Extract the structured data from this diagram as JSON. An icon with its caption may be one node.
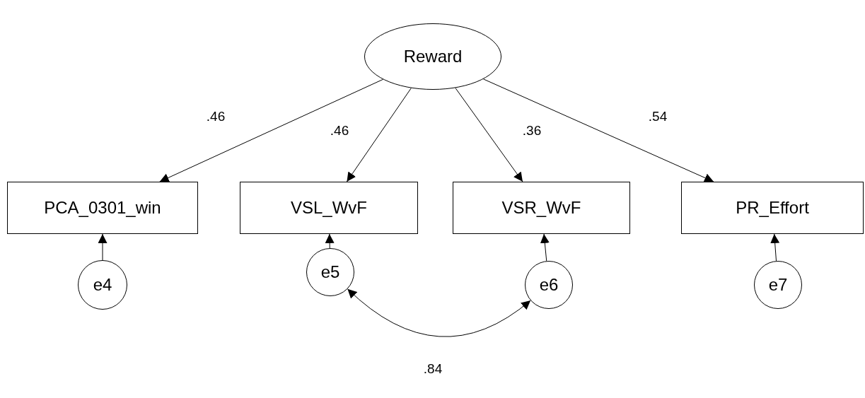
{
  "diagram": {
    "nodes": [
      {
        "text": [
          "Reward"
        ]
      },
      {
        "text": [
          "PCA_0301_win"
        ]
      },
      {
        "text": [
          "VSL_WvF"
        ]
      },
      {
        "text": [
          "VSR_WvF"
        ]
      },
      {
        "text": [
          "PR_Effort"
        ]
      },
      {
        "text": [
          "e4"
        ]
      },
      {
        "text": [
          "e5"
        ]
      },
      {
        "text": [
          "e6"
        ]
      },
      {
        "text": [
          "e7"
        ]
      }
    ],
    "edges": [
      {
        "from": 0,
        "to": 1,
        "arrow": "to",
        "label": ".46"
      },
      {
        "from": 0,
        "to": 2,
        "arrow": "to",
        "label": ".46"
      },
      {
        "from": 0,
        "to": 3,
        "arrow": "to",
        "label": ".36"
      },
      {
        "from": 0,
        "to": 4,
        "arrow": "to",
        "label": ".54"
      },
      {
        "from": 5,
        "to": 1,
        "arrow": "to"
      },
      {
        "from": 6,
        "to": 2,
        "arrow": "to"
      },
      {
        "from": 7,
        "to": 3,
        "arrow": "to"
      },
      {
        "from": 8,
        "to": 4,
        "arrow": "to"
      },
      {
        "from": 6,
        "to": 7,
        "arrow": "both",
        "label": ".84"
      }
    ]
  }
}
